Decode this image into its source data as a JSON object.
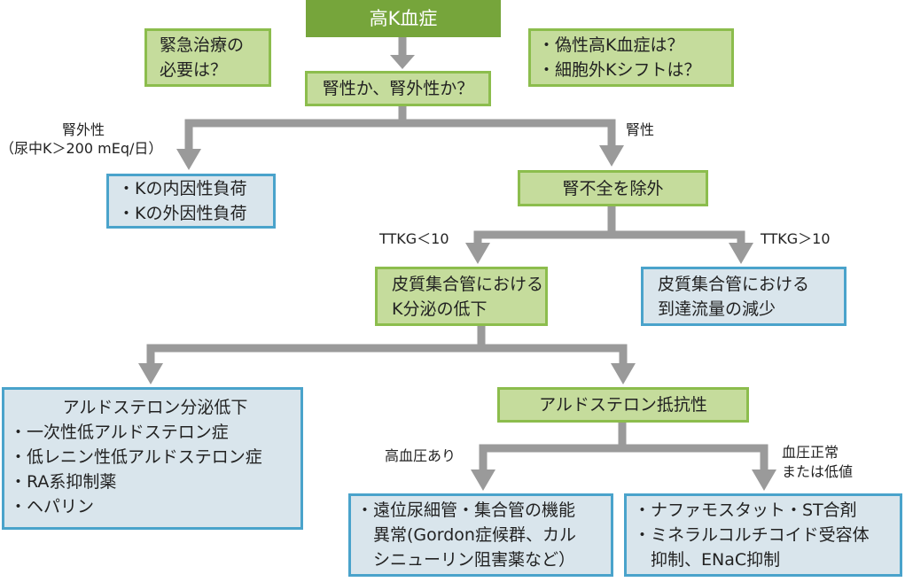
{
  "title": "高K血症",
  "nodes": {
    "emergency": [
      "緊急治療の",
      "必要は？"
    ],
    "pseudo": [
      "・偽性高K血症は？",
      "・細胞外Kシフトは？"
    ],
    "renal_or_extrarenal": "腎性か、腎外性か？",
    "extrarenal_result": [
      "・Kの内因性負荷",
      "・Kの外因性負荷"
    ],
    "exclude_renal_failure": "腎不全を除外",
    "k_secretion_decrease": [
      "皮質集合管における",
      "K分泌の低下"
    ],
    "flow_decrease": [
      "皮質集合管における",
      "到達流量の減少"
    ],
    "aldo_secretion_decrease": {
      "heading": "アルドステロン分泌低下",
      "items": [
        "・一次性低アルドステロン症",
        "・低レニン性低アルドステロン症",
        "・RA系抑制薬",
        "・ヘパリン"
      ]
    },
    "aldo_resistance": "アルドステロン抵抗性",
    "distal_dysfunction": [
      "・遠位尿細管・集合管の機能",
      "　異常(Gordon症候群、カル",
      "　シニューリン阻害薬など）"
    ],
    "drugs": [
      "・ナファモスタット・ST合剤",
      "・ミネラルコルチコイド受容体",
      "　抑制、ENaC抑制"
    ]
  },
  "edge_labels": {
    "extrarenal": [
      "腎外性",
      "（尿中K＞200 mEq/日）"
    ],
    "renal": "腎性",
    "ttkg_low": "TTKG＜10",
    "ttkg_high": "TTKG＞10",
    "hypertension": "高血圧あり",
    "normotension": [
      "血圧正常",
      "または低値"
    ]
  },
  "colors": {
    "title_fill": "#76a53b",
    "green_fill": "#c5dc9c",
    "green_border": "#8cbd4d",
    "blue_fill": "#d9e5ec",
    "blue_border": "#4aa3cb",
    "arrow": "#9a9a9a"
  }
}
